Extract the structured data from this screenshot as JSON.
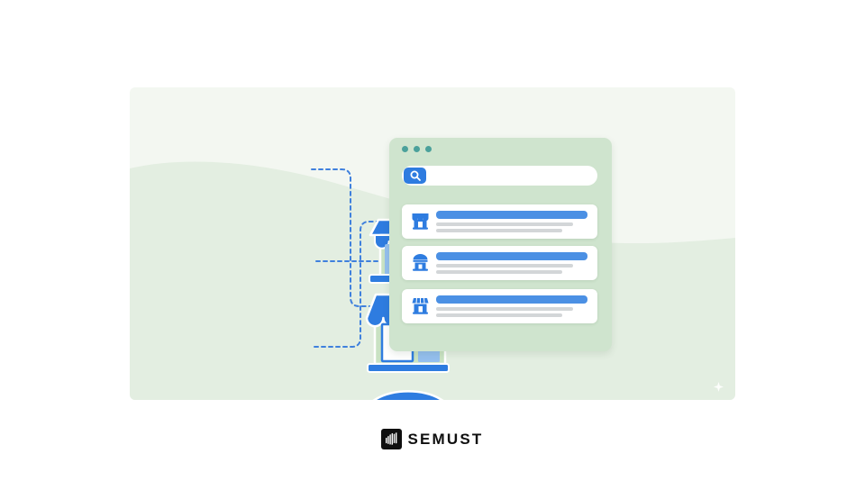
{
  "brand": {
    "name": "SEMUST",
    "logo_icon": "waveform-icon"
  },
  "illustration": {
    "description": "three-storefronts-connected-to-search-results",
    "background_colors": {
      "canvas": "#f3f7f1",
      "wave": "#e3eee1"
    },
    "stores": [
      {
        "name": "store-with-sign-and-awning",
        "position": "top"
      },
      {
        "name": "store-with-scalloped-awning",
        "position": "middle"
      },
      {
        "name": "store-with-dome-roof",
        "position": "bottom"
      }
    ],
    "connections": [
      {
        "from": "store-top",
        "to": "result-3"
      },
      {
        "from": "store-middle",
        "to": "result-2"
      },
      {
        "from": "store-bottom",
        "to": "result-1"
      }
    ],
    "browser_panel": {
      "window_dots_count": 3,
      "search": {
        "value": "",
        "icon": "search-icon"
      },
      "results": [
        {
          "icon": "storefront-awning-icon",
          "title_bar": "placeholder",
          "text_lines": 2
        },
        {
          "icon": "storefront-dome-icon",
          "title_bar": "placeholder",
          "text_lines": 2
        },
        {
          "icon": "storefront-striped-awning-icon",
          "title_bar": "placeholder",
          "text_lines": 2
        }
      ]
    },
    "colors": {
      "primary_blue": "#2e7ce0",
      "light_blue": "#94bfee",
      "store_body_green": "#c9e2c3",
      "panel_green": "#cfe4ce",
      "window_dot_teal": "#4ba19b",
      "result_title_blue": "#4b90e4",
      "placeholder_gray": "#d3d6d8",
      "connector_blue": "#3f80dd"
    }
  }
}
